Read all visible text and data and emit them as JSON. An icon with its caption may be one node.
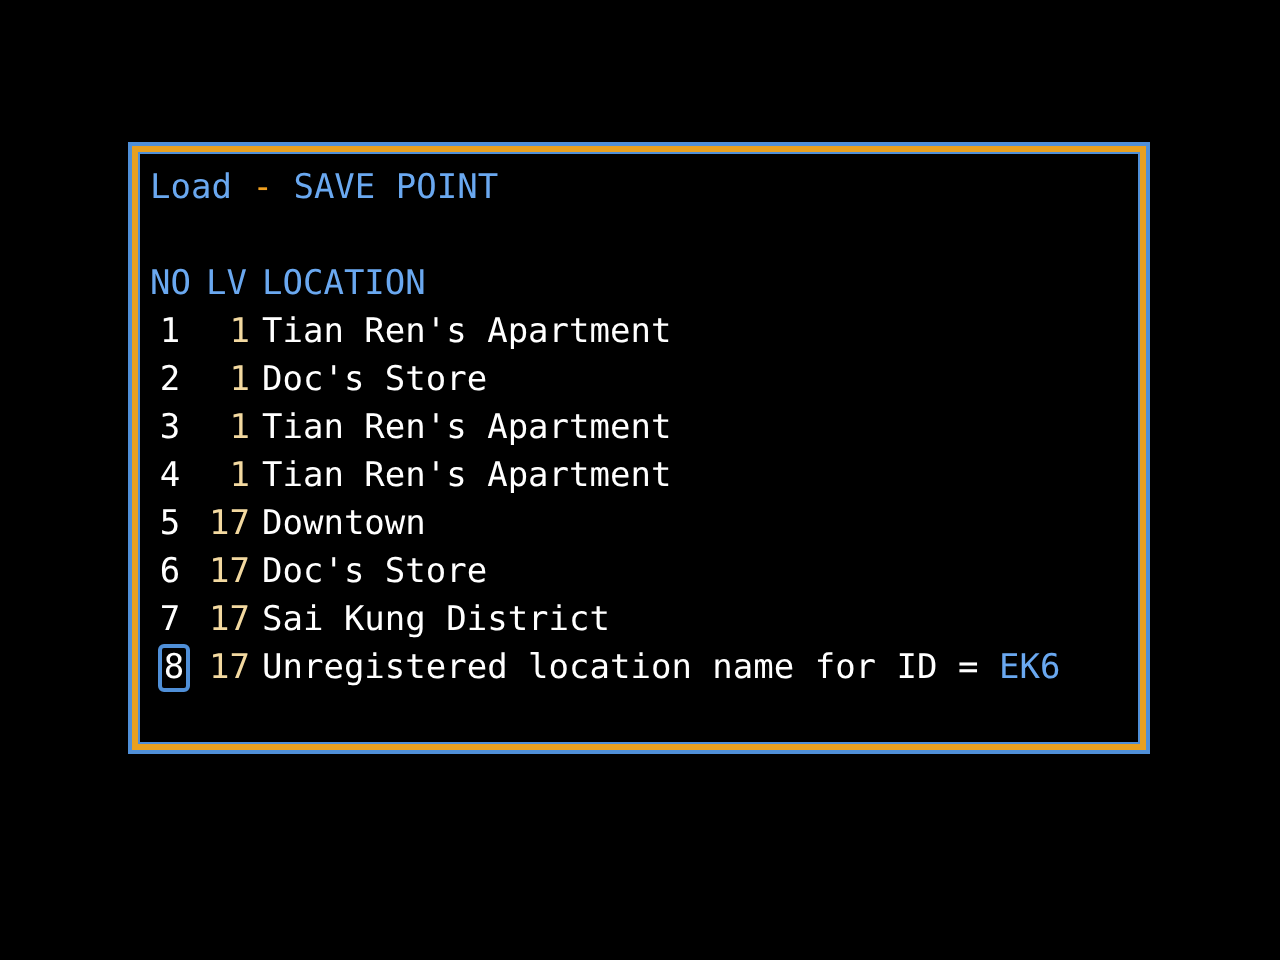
{
  "diagram": {
    "nodes": [
      {
        "text": [
          "Load - SAVE POINT"
        ]
      }
    ],
    "labels": [
      "NO",
      "LV",
      "LOCATION",
      "1",
      "1",
      "Tian Ren's Apartment",
      "2",
      "1",
      "Doc's Store",
      "3",
      "1",
      "Tian Ren's Apartment",
      "4",
      "1",
      "Tian Ren's Apartment",
      "5",
      "17",
      "Downtown",
      "6",
      "17",
      "Doc's Store",
      "7",
      "17",
      "Sai Kung District",
      "8",
      "17",
      "Unregistered location name for ID = EK6"
    ]
  }
}
